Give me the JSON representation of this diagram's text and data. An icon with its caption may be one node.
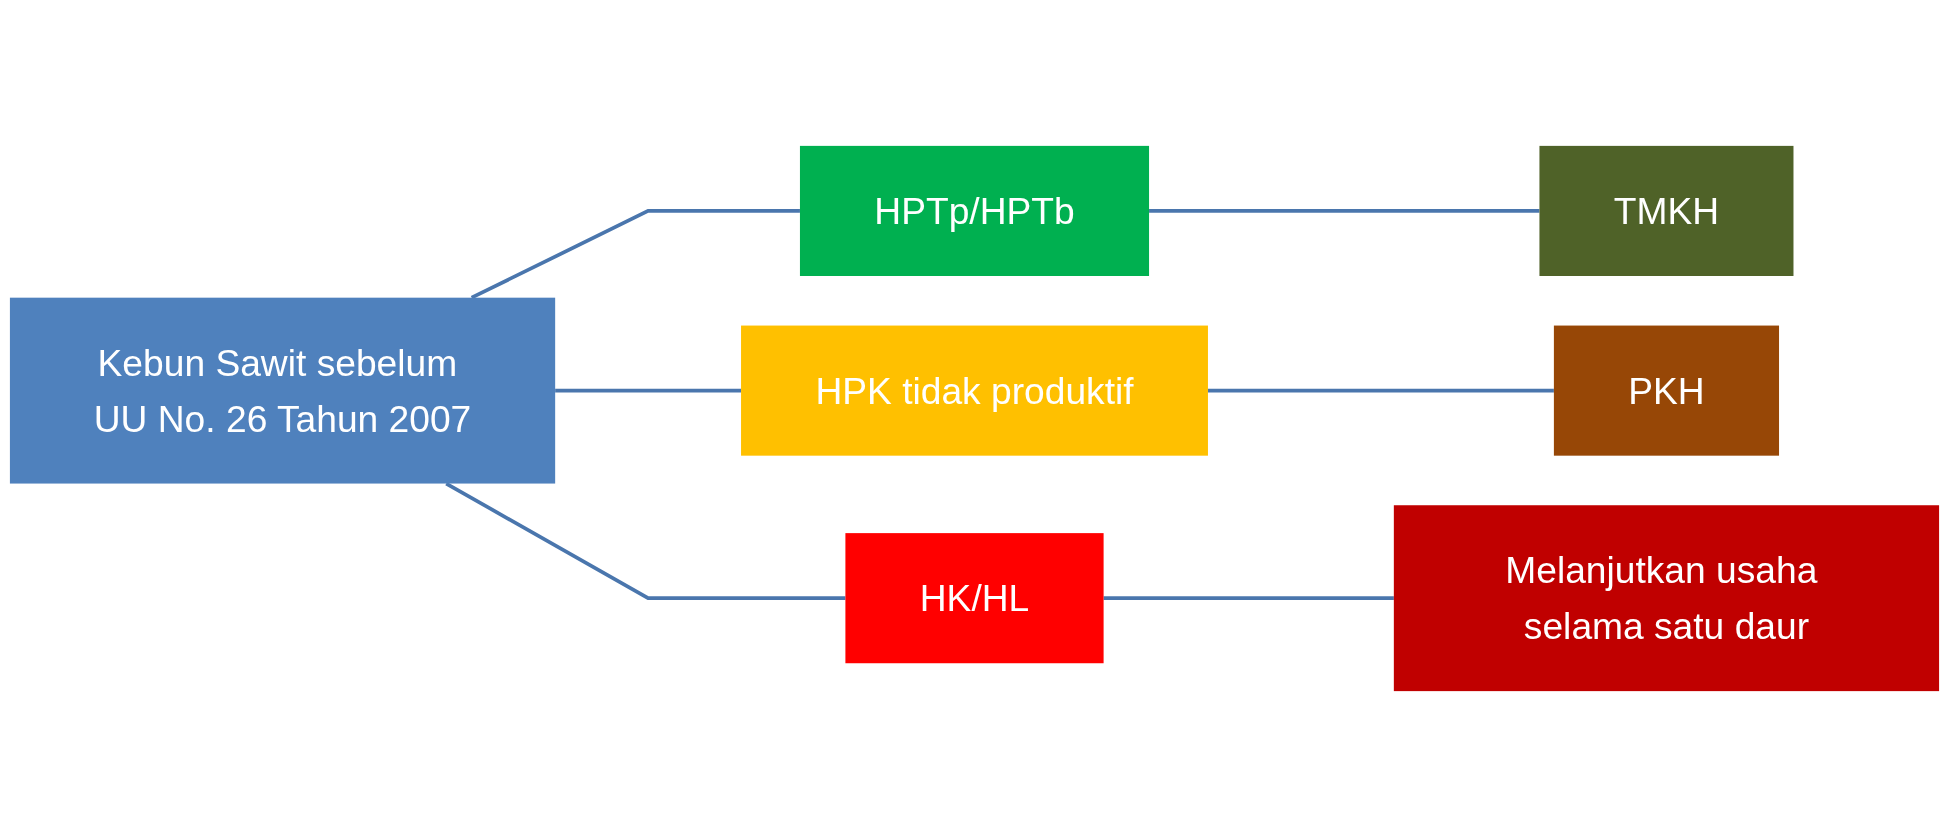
{
  "diagram": {
    "nodes": [
      {
        "text": [
          "Kebun Sawit sebelum UU No. 26 Tahun 2007"
        ]
      },
      {
        "text": [
          "HPTp/HPTb"
        ]
      },
      {
        "text": [
          "HPK tidak produktif"
        ]
      },
      {
        "text": [
          "HK/HL"
        ]
      },
      {
        "text": [
          "TMKH"
        ]
      },
      {
        "text": [
          "PKH"
        ]
      },
      {
        "text": [
          "Melanjutkan usaha selama satu daur"
        ]
      }
    ],
    "edges": [
      {
        "from": 0,
        "to": 1,
        "arrow": "none"
      },
      {
        "from": 0,
        "to": 2,
        "arrow": "none"
      },
      {
        "from": 0,
        "to": 3,
        "arrow": "none"
      },
      {
        "from": 1,
        "to": 4,
        "arrow": "none"
      },
      {
        "from": 2,
        "to": 5,
        "arrow": "none"
      },
      {
        "from": 3,
        "to": 6,
        "arrow": "none"
      }
    ]
  }
}
